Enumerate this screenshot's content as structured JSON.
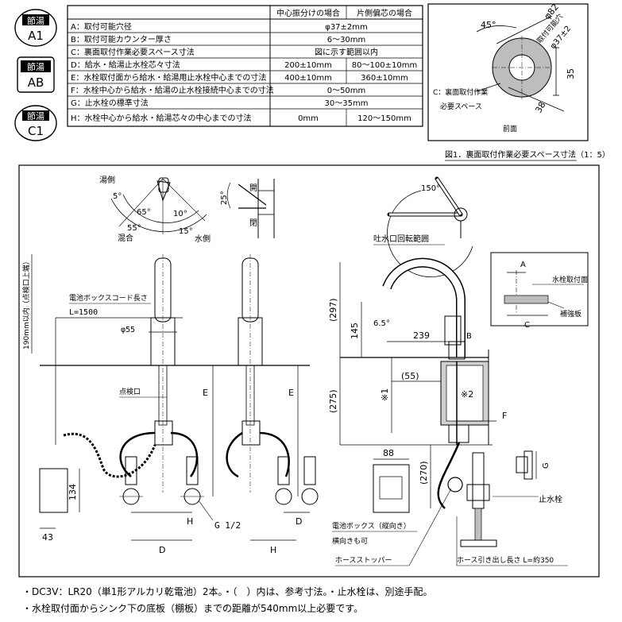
{
  "table": {
    "col_center": "中心振分けの場合",
    "col_side": "片側偏芯の場合",
    "rows": [
      {
        "label": "A：取付可能穴径",
        "center": "φ37±2mm",
        "side": ""
      },
      {
        "label": "B：取付可能カウンター厚さ",
        "center": "6～30mm",
        "side": ""
      },
      {
        "label": "C：裏面取付作業必要スペース寸法",
        "center": "図に示す範囲以内",
        "side": ""
      },
      {
        "label": "D：給水・給湯止水栓芯々寸法",
        "center": "200±10mm",
        "side": "80～100±10mm"
      },
      {
        "label": "E：水栓取付面から給水・給湯用止水栓中心までの寸法",
        "center": "400±10mm",
        "side": "360±10mm"
      },
      {
        "label": "F：水栓中心から給水・給湯の止水栓接続中心までの寸法",
        "center": "0～50mm",
        "side": ""
      },
      {
        "label": "G：止水栓の標準寸法",
        "center": "30～35mm",
        "side": ""
      },
      {
        "label": "H：水栓中心から給水・給湯芯々の中心までの寸法",
        "center": "0mm",
        "side": "120～150mm"
      }
    ]
  },
  "badges": [
    {
      "line1": "節湯",
      "line2": "A1"
    },
    {
      "line1": "節湯",
      "line2": "AB"
    },
    {
      "line1": "節湯",
      "line2": "C1"
    }
  ],
  "rear_figure": {
    "angle": "45°",
    "dia": "φ82",
    "hole_label1": "取付可能穴",
    "hole_label2": "φ37±2",
    "c_label1": "C：裏面取付作業",
    "c_label2": "必要スペース",
    "dim_35": "35",
    "dim_38": "38",
    "front": "前面",
    "caption": "図1．裏面取付作業必要スペース寸法（1：5）"
  },
  "lever": {
    "hot": "湯側",
    "cold": "水側",
    "mix": "混合",
    "a5": "5°",
    "a65": "65°",
    "a10": "10°",
    "a55": "55°",
    "a15": "15°",
    "open": "開",
    "closed": "閉",
    "a25": "25°"
  },
  "spout": {
    "a150": "150°",
    "range": "吐水口回転範囲"
  },
  "front_view": {
    "v190": "190mm以内（点検口上端）",
    "cord1": "電池ボックスコード長さ",
    "cord2": "L=1500",
    "phi55": "φ55",
    "inspect": "点検口",
    "e_left": "E",
    "e_right": "E",
    "d134": "134",
    "d43": "43",
    "h_left": "H",
    "h_right": "H",
    "d_left": "D",
    "d_right": "D",
    "g12": "G 1/2"
  },
  "side_view": {
    "d297": "(297)",
    "d145": "145",
    "d275": "(275)",
    "a65": "6.5°",
    "d239": "239",
    "d55": "(55)",
    "x1": "※1",
    "x2": "※2",
    "b": "B",
    "f": "F",
    "a": "A",
    "c": "C",
    "mount": "水栓取付面",
    "board": "補強板",
    "d270": "(270)",
    "d88": "88",
    "box1": "電池ボックス（縦向き）",
    "box2": "横向きも可",
    "stopper": "ホースストッパー",
    "stopcock": "止水栓",
    "g": "G",
    "hose": "ホース引き出し長さ L=約350"
  },
  "notes": [
    "・DC3V：LR20（単1形アルカリ乾電池）2本。・（　）内は、参考寸法。・止水栓は、別途手配。",
    "・水栓取付面からシンク下の底板（棚板）までの距離が540mm以上必要です。"
  ]
}
